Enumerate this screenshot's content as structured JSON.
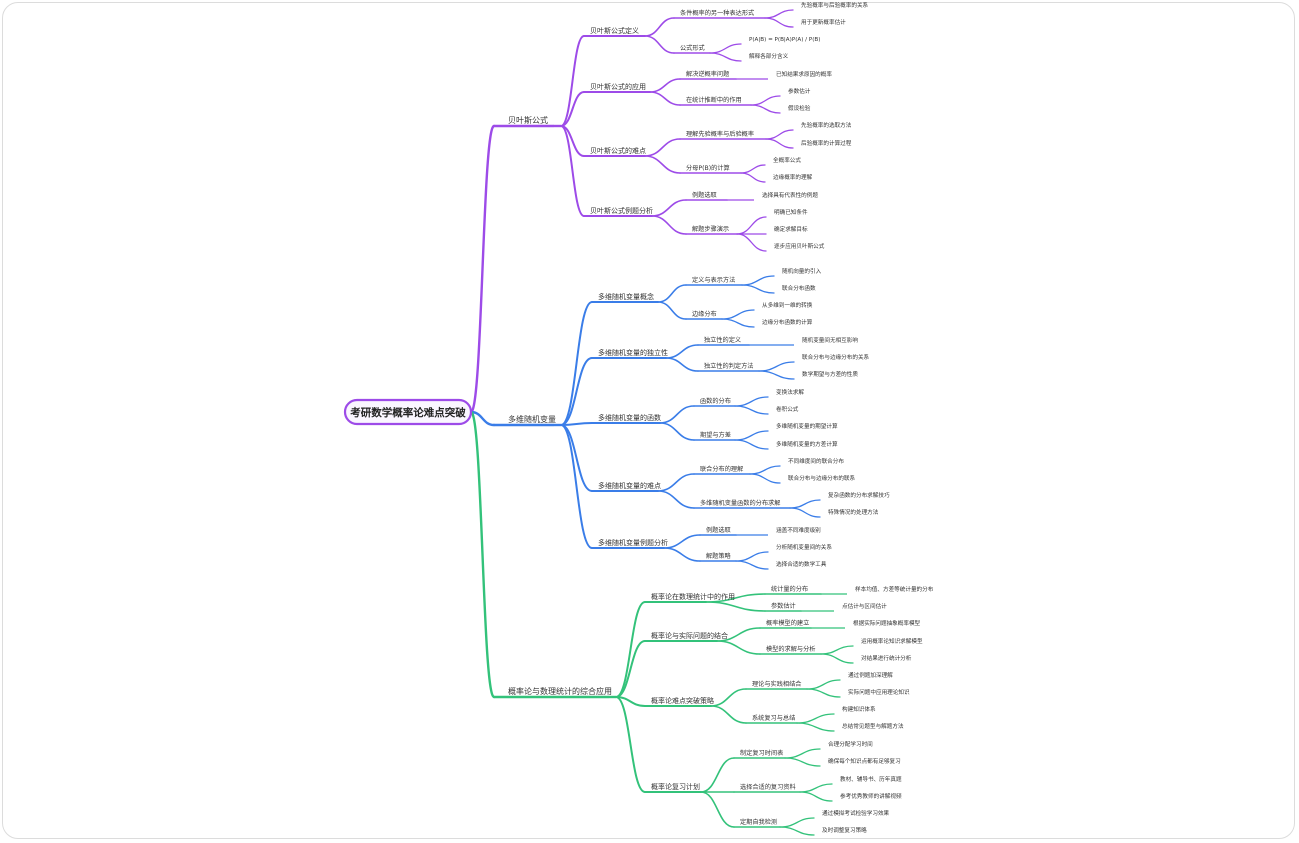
{
  "colors": {
    "purple": "#9d4be8",
    "blue": "#3a7de8",
    "green": "#33c27a",
    "text": "#333333",
    "root_fill": "#faf6ff"
  },
  "root": {
    "label": "考研数学概率论难点突破"
  },
  "branches": [
    {
      "id": "b0",
      "label": "贝叶斯公式",
      "color": "purple",
      "children": [
        {
          "id": "b0s0",
          "label": "贝叶斯公式定义",
          "children": [
            {
              "id": "b0s0t0",
              "label": "条件概率的另一种表达形式",
              "children": [
                {
                  "id": "b0s0t0l0",
                  "label": "先验概率与后验概率的关系"
                },
                {
                  "id": "b0s0t0l1",
                  "label": "用于更新概率估计"
                }
              ]
            },
            {
              "id": "b0s0t1",
              "label": "公式形式",
              "children": [
                {
                  "id": "b0s0t1l0",
                  "label": "P(A|B) = P(B|A)P(A) / P(B)"
                },
                {
                  "id": "b0s0t1l1",
                  "label": "解释各部分含义"
                }
              ]
            }
          ]
        },
        {
          "id": "b0s1",
          "label": "贝叶斯公式的应用",
          "children": [
            {
              "id": "b0s1t0",
              "label": "解决逆概率问题",
              "children": [
                {
                  "id": "b0s1t0l0",
                  "label": "已知结果求原因的概率"
                }
              ]
            },
            {
              "id": "b0s1t1",
              "label": "在统计推断中的作用",
              "children": [
                {
                  "id": "b0s1t1l0",
                  "label": "参数估计"
                },
                {
                  "id": "b0s1t1l1",
                  "label": "假设检验"
                }
              ]
            }
          ]
        },
        {
          "id": "b0s2",
          "label": "贝叶斯公式的难点",
          "children": [
            {
              "id": "b0s2t0",
              "label": "理解先验概率与后验概率",
              "children": [
                {
                  "id": "b0s2t0l0",
                  "label": "先验概率的选取方法"
                },
                {
                  "id": "b0s2t0l1",
                  "label": "后验概率的计算过程"
                }
              ]
            },
            {
              "id": "b0s2t1",
              "label": "分母P(B)的计算",
              "children": [
                {
                  "id": "b0s2t1l0",
                  "label": "全概率公式"
                },
                {
                  "id": "b0s2t1l1",
                  "label": "边缘概率的理解"
                }
              ]
            }
          ]
        },
        {
          "id": "b0s3",
          "label": "贝叶斯公式例题分析",
          "children": [
            {
              "id": "b0s3t0",
              "label": "例题选取",
              "children": [
                {
                  "id": "b0s3t0l0",
                  "label": "选择具有代表性的例题"
                }
              ]
            },
            {
              "id": "b0s3t1",
              "label": "解题步骤演示",
              "children": [
                {
                  "id": "b0s3t1l0",
                  "label": "明确已知条件"
                },
                {
                  "id": "b0s3t1l1",
                  "label": "确定求解目标"
                },
                {
                  "id": "b0s3t1l2",
                  "label": "逐步应用贝叶斯公式"
                }
              ]
            }
          ]
        }
      ]
    },
    {
      "id": "b1",
      "label": "多维随机变量",
      "color": "blue",
      "children": [
        {
          "id": "b1s0",
          "label": "多维随机变量概念",
          "children": [
            {
              "id": "b1s0t0",
              "label": "定义与表示方法",
              "children": [
                {
                  "id": "b1s0t0l0",
                  "label": "随机向量的引入"
                },
                {
                  "id": "b1s0t0l1",
                  "label": "联合分布函数"
                }
              ]
            },
            {
              "id": "b1s0t1",
              "label": "边缘分布",
              "children": [
                {
                  "id": "b1s0t1l0",
                  "label": "从多维到一维的转换"
                },
                {
                  "id": "b1s0t1l1",
                  "label": "边缘分布函数的计算"
                }
              ]
            }
          ]
        },
        {
          "id": "b1s1",
          "label": "多维随机变量的独立性",
          "children": [
            {
              "id": "b1s1t0",
              "label": "独立性的定义",
              "children": [
                {
                  "id": "b1s1t0l0",
                  "label": "随机变量间无相互影响"
                }
              ]
            },
            {
              "id": "b1s1t1",
              "label": "独立性的判定方法",
              "children": [
                {
                  "id": "b1s1t1l0",
                  "label": "联合分布与边缘分布的关系"
                },
                {
                  "id": "b1s1t1l1",
                  "label": "数学期望与方差的性质"
                }
              ]
            }
          ]
        },
        {
          "id": "b1s2",
          "label": "多维随机变量的函数",
          "children": [
            {
              "id": "b1s2t0",
              "label": "函数的分布",
              "children": [
                {
                  "id": "b1s2t0l0",
                  "label": "变换法求解"
                },
                {
                  "id": "b1s2t0l1",
                  "label": "卷积公式"
                }
              ]
            },
            {
              "id": "b1s2t1",
              "label": "期望与方差",
              "children": [
                {
                  "id": "b1s2t1l0",
                  "label": "多维随机变量的期望计算"
                },
                {
                  "id": "b1s2t1l1",
                  "label": "多维随机变量的方差计算"
                }
              ]
            }
          ]
        },
        {
          "id": "b1s3",
          "label": "多维随机变量的难点",
          "children": [
            {
              "id": "b1s3t0",
              "label": "联合分布的理解",
              "children": [
                {
                  "id": "b1s3t0l0",
                  "label": "不同维度间的联合分布"
                },
                {
                  "id": "b1s3t0l1",
                  "label": "联合分布与边缘分布的联系"
                }
              ]
            },
            {
              "id": "b1s3t1",
              "label": "多维随机变量函数的分布求解",
              "children": [
                {
                  "id": "b1s3t1l0",
                  "label": "复杂函数的分布求解技巧"
                },
                {
                  "id": "b1s3t1l1",
                  "label": "特殊情况的处理方法"
                }
              ]
            }
          ]
        },
        {
          "id": "b1s4",
          "label": "多维随机变量例题分析",
          "children": [
            {
              "id": "b1s4t0",
              "label": "例题选取",
              "children": [
                {
                  "id": "b1s4t0l0",
                  "label": "涵盖不同难度级别"
                }
              ]
            },
            {
              "id": "b1s4t1",
              "label": "解题策略",
              "children": [
                {
                  "id": "b1s4t1l0",
                  "label": "分析随机变量间的关系"
                },
                {
                  "id": "b1s4t1l1",
                  "label": "选择合适的数学工具"
                }
              ]
            }
          ]
        }
      ]
    },
    {
      "id": "b2",
      "label": "概率论与数理统计的综合应用",
      "color": "green",
      "children": [
        {
          "id": "b2s0",
          "label": "概率论在数理统计中的作用",
          "children": [
            {
              "id": "b2s0t0",
              "label": "统计量的分布",
              "children": [
                {
                  "id": "b2s0t0l0",
                  "label": "样本均值、方差等统计量的分布"
                }
              ]
            },
            {
              "id": "b2s0t1",
              "label": "参数估计",
              "children": [
                {
                  "id": "b2s0t1l0",
                  "label": "点估计与区间估计"
                }
              ]
            }
          ]
        },
        {
          "id": "b2s1",
          "label": "概率论与实际问题的结合",
          "children": [
            {
              "id": "b2s1t0",
              "label": "概率模型的建立",
              "children": [
                {
                  "id": "b2s1t0l0",
                  "label": "根据实际问题抽象概率模型"
                }
              ]
            },
            {
              "id": "b2s1t1",
              "label": "模型的求解与分析",
              "children": [
                {
                  "id": "b2s1t1l0",
                  "label": "运用概率论知识求解模型"
                },
                {
                  "id": "b2s1t1l1",
                  "label": "对结果进行统计分析"
                }
              ]
            }
          ]
        },
        {
          "id": "b2s2",
          "label": "概率论难点突破策略",
          "children": [
            {
              "id": "b2s2t0",
              "label": "理论与实践相结合",
              "children": [
                {
                  "id": "b2s2t0l0",
                  "label": "通过例题加深理解"
                },
                {
                  "id": "b2s2t0l1",
                  "label": "实际问题中应用理论知识"
                }
              ]
            },
            {
              "id": "b2s2t1",
              "label": "系统复习与总结",
              "children": [
                {
                  "id": "b2s2t1l0",
                  "label": "构建知识体系"
                },
                {
                  "id": "b2s2t1l1",
                  "label": "总结常见题型与解题方法"
                }
              ]
            }
          ]
        },
        {
          "id": "b2s3",
          "label": "概率论复习计划",
          "children": [
            {
              "id": "b2s3t0",
              "label": "制定复习时间表",
              "children": [
                {
                  "id": "b2s3t0l0",
                  "label": "合理分配学习时间"
                },
                {
                  "id": "b2s3t0l1",
                  "label": "确保每个知识点都有足够复习"
                }
              ]
            },
            {
              "id": "b2s3t1",
              "label": "选择合适的复习资料",
              "children": [
                {
                  "id": "b2s3t1l0",
                  "label": "教材、辅导书、历年真题"
                },
                {
                  "id": "b2s3t1l1",
                  "label": "参考优秀教师的讲解视频"
                }
              ]
            },
            {
              "id": "b2s3t2",
              "label": "定期自我检测",
              "children": [
                {
                  "id": "b2s3t2l0",
                  "label": "通过模拟考试检验学习效果"
                },
                {
                  "id": "b2s3t2l1",
                  "label": "及时调整复习策略"
                }
              ]
            }
          ]
        }
      ]
    }
  ]
}
